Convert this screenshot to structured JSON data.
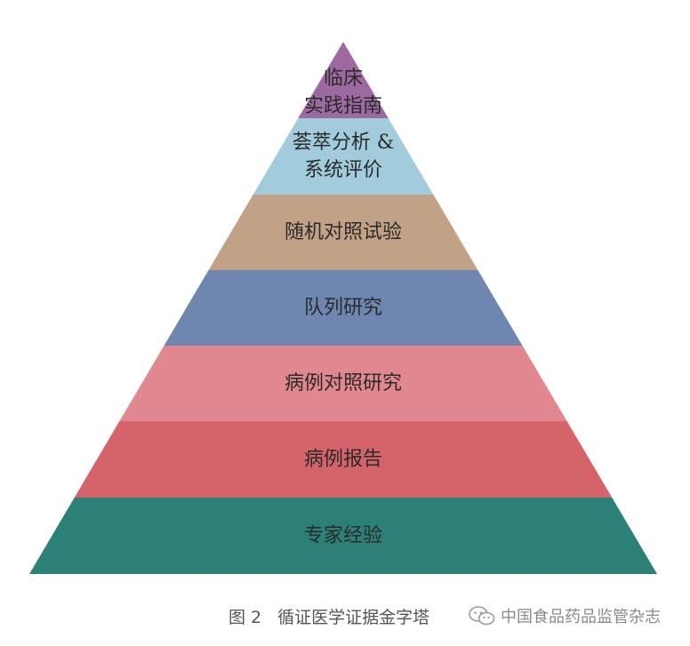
{
  "pyramid": {
    "layers": [
      {
        "lines": [
          "临床",
          "实践指南"
        ],
        "color": "#9c6aa0"
      },
      {
        "lines": [
          "荟萃分析 &",
          "系统评价"
        ],
        "color": "#a2cbdc"
      },
      {
        "lines": [
          "随机对照试验"
        ],
        "color": "#c2a286"
      },
      {
        "lines": [
          "队列研究"
        ],
        "color": "#6f86b0"
      },
      {
        "lines": [
          "病例对照研究"
        ],
        "color": "#e0878f"
      },
      {
        "lines": [
          "病例报告"
        ],
        "color": "#d4646a"
      },
      {
        "lines": [
          "专家经验"
        ],
        "color": "#2c8077"
      }
    ]
  },
  "caption": {
    "figure_number": "图 2",
    "title": "循证医学证据金字塔"
  },
  "watermark": {
    "text": "中国食品药品监管杂志",
    "icon": "wechat-icon"
  }
}
